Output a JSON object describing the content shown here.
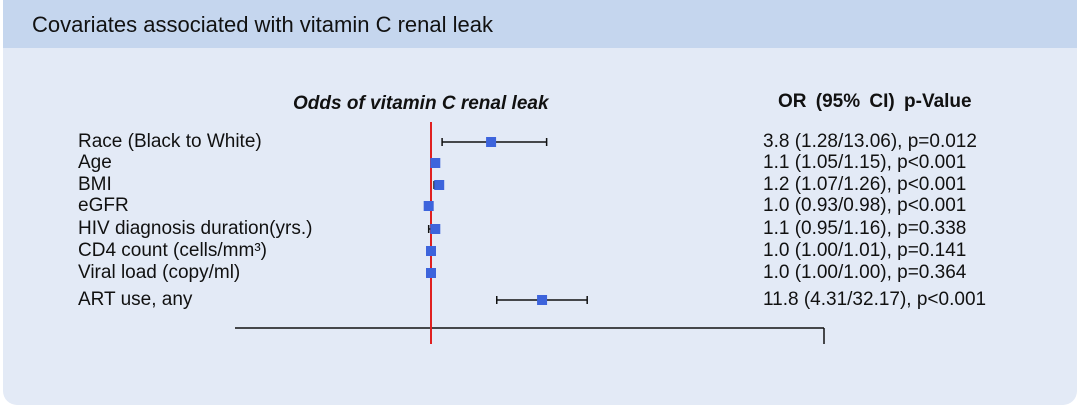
{
  "title": "Covariates associated with vitamin C renal leak",
  "chart_data": {
    "type": "forest",
    "title": "Odds of vitamin C renal leak",
    "column_header": "OR   (95% CI)   p-Value",
    "reference_value": 1,
    "rows": [
      {
        "label": "Race (Black to White)",
        "or": 3.8,
        "lo": 1.28,
        "hi": 13.06,
        "stat": "3.8 (1.28/13.06), p=0.012"
      },
      {
        "label": "Age",
        "or": 1.1,
        "lo": 1.05,
        "hi": 1.15,
        "stat": "1.1 (1.05/1.15), p<0.001"
      },
      {
        "label": "BMI",
        "or": 1.2,
        "lo": 1.07,
        "hi": 1.26,
        "stat": "1.2 (1.07/1.26), p<0.001"
      },
      {
        "label": "eGFR",
        "or": 0.95,
        "lo": 0.93,
        "hi": 0.98,
        "stat": "1.0 (0.93/0.98), p<0.001"
      },
      {
        "label": "HIV diagnosis duration(yrs.)",
        "or": 1.1,
        "lo": 0.95,
        "hi": 1.16,
        "stat": "1.1 (0.95/1.16), p=0.338"
      },
      {
        "label": "CD4 count (cells/mm³)",
        "or": 1.0,
        "lo": 1.0,
        "hi": 1.01,
        "stat": "1.0 (1.00/1.01), p=0.141"
      },
      {
        "label": "Viral load (copy/ml)",
        "or": 1.0,
        "lo": 1.0,
        "hi": 1.0,
        "stat": "1.0 (1.00/1.00), p=0.364"
      },
      {
        "label": "ART use, any",
        "or": 11.8,
        "lo": 4.31,
        "hi": 32.17,
        "stat": "11.8 (4.31/32.17), p<0.001"
      }
    ],
    "colors": {
      "marker": "#3d64dc",
      "reference": "#e02020",
      "ci": "#111111"
    }
  }
}
